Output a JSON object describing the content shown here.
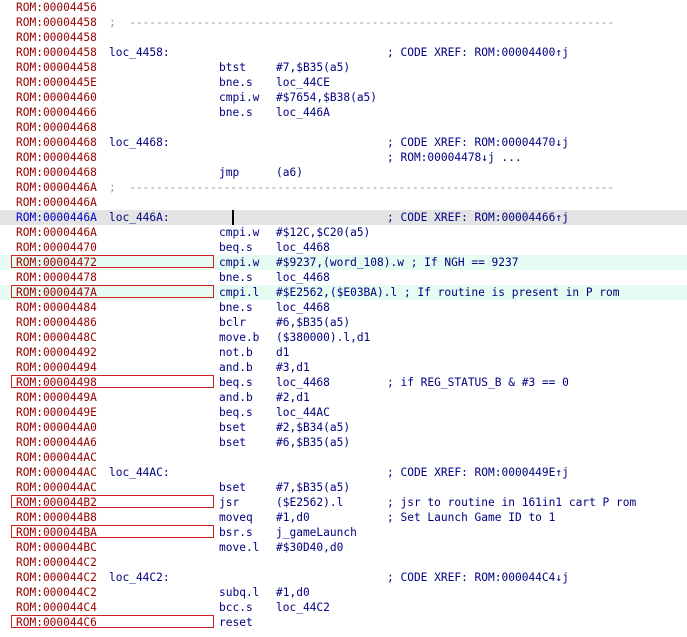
{
  "lines": [
    {
      "addr": "ROM:00004456"
    },
    {
      "addr": "ROM:00004458",
      "sep": ";  ------------------------------------------------------------------------"
    },
    {
      "addr": "ROM:00004458"
    },
    {
      "addr": "ROM:00004458",
      "label": "loc_4458:",
      "cmt": "; CODE XREF: ROM:00004400↑j"
    },
    {
      "addr": "ROM:00004458",
      "mnem": "btst",
      "oper": "#7,$B35(a5)"
    },
    {
      "addr": "ROM:0000445E",
      "mnem": "bne.s",
      "oper": "loc_44CE"
    },
    {
      "addr": "ROM:00004460",
      "mnem": "cmpi.w",
      "oper": "#$7654,$B38(a5)"
    },
    {
      "addr": "ROM:00004466",
      "mnem": "bne.s",
      "oper": "loc_446A"
    },
    {
      "addr": "ROM:00004468"
    },
    {
      "addr": "ROM:00004468",
      "label": "loc_4468:",
      "cmt": "; CODE XREF: ROM:00004470↓j"
    },
    {
      "addr": "ROM:00004468",
      "cmt": "; ROM:00004478↓j ..."
    },
    {
      "addr": "ROM:00004468",
      "mnem": "jmp",
      "oper": "(a6)"
    },
    {
      "addr": "ROM:0000446A",
      "sep": ";  ------------------------------------------------------------------------"
    },
    {
      "addr": "ROM:0000446A"
    },
    {
      "addr": "ROM:0000446A",
      "label": "loc_446A:",
      "cmt": "; CODE XREF: ROM:00004466↑j",
      "hl": "cursor",
      "sel": true
    },
    {
      "addr": "ROM:0000446A",
      "mnem": "cmpi.w",
      "oper": "#$12C,$C20(a5)"
    },
    {
      "addr": "ROM:00004470",
      "mnem": "beq.s",
      "oper": "loc_4468"
    },
    {
      "addr": "ROM:00004472",
      "mnem": "cmpi.w",
      "oper": "#$9237,(word_108).w ; If NGH == 9237",
      "hl": "mint",
      "boxed": true
    },
    {
      "addr": "ROM:00004478",
      "mnem": "bne.s",
      "oper": "loc_4468"
    },
    {
      "addr": "ROM:0000447A",
      "mnem": "cmpi.l",
      "oper": "#$E2562,($E03BA).l ; If routine is present in P rom",
      "hl": "mint",
      "boxed": true
    },
    {
      "addr": "ROM:00004484",
      "mnem": "bne.s",
      "oper": "loc_4468"
    },
    {
      "addr": "ROM:00004486",
      "mnem": "bclr",
      "oper": "#6,$B35(a5)"
    },
    {
      "addr": "ROM:0000448C",
      "mnem": "move.b",
      "oper": "($380000).l,d1"
    },
    {
      "addr": "ROM:00004492",
      "mnem": "not.b",
      "oper": "d1"
    },
    {
      "addr": "ROM:00004494",
      "mnem": "and.b",
      "oper": "#3,d1"
    },
    {
      "addr": "ROM:00004498",
      "mnem": "beq.s",
      "oper": "loc_4468",
      "cmt": "; if REG_STATUS_B & #3 == 0",
      "boxed": true
    },
    {
      "addr": "ROM:0000449A",
      "mnem": "and.b",
      "oper": "#2,d1"
    },
    {
      "addr": "ROM:0000449E",
      "mnem": "beq.s",
      "oper": "loc_44AC"
    },
    {
      "addr": "ROM:000044A0",
      "mnem": "bset",
      "oper": "#2,$B34(a5)"
    },
    {
      "addr": "ROM:000044A6",
      "mnem": "bset",
      "oper": "#6,$B35(a5)"
    },
    {
      "addr": "ROM:000044AC"
    },
    {
      "addr": "ROM:000044AC",
      "label": "loc_44AC:",
      "cmt": "; CODE XREF: ROM:0000449E↑j"
    },
    {
      "addr": "ROM:000044AC",
      "mnem": "bset",
      "oper": "#7,$B35(a5)"
    },
    {
      "addr": "ROM:000044B2",
      "mnem": "jsr",
      "oper": "($E2562).l",
      "cmt": "; jsr to routine in 161in1 cart P rom",
      "boxed": true
    },
    {
      "addr": "ROM:000044B8",
      "mnem": "moveq",
      "oper": "#1,d0",
      "cmt": "; Set Launch Game ID to 1"
    },
    {
      "addr": "ROM:000044BA",
      "mnem": "bsr.s",
      "oper": "j_gameLaunch",
      "boxed": true
    },
    {
      "addr": "ROM:000044BC",
      "mnem": "move.l",
      "oper": "#$30D40,d0"
    },
    {
      "addr": "ROM:000044C2"
    },
    {
      "addr": "ROM:000044C2",
      "label": "loc_44C2:",
      "cmt": "; CODE XREF: ROM:000044C4↓j"
    },
    {
      "addr": "ROM:000044C2",
      "mnem": "subq.l",
      "oper": "#1,d0"
    },
    {
      "addr": "ROM:000044C4",
      "mnem": "bcc.s",
      "oper": "loc_44C2"
    },
    {
      "addr": "ROM:000044C6",
      "mnem": "reset",
      "boxed": true
    }
  ]
}
